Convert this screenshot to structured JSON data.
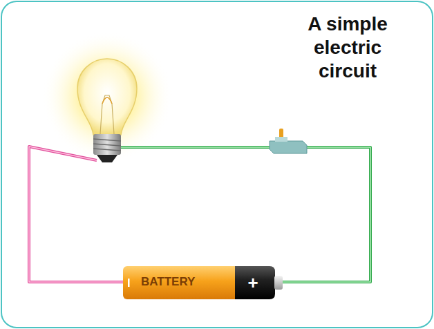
{
  "diagram": {
    "title": "A simple electric circuit",
    "nodes": [
      {
        "text": [
          "BATTERY",
          "+"
        ]
      }
    ]
  }
}
